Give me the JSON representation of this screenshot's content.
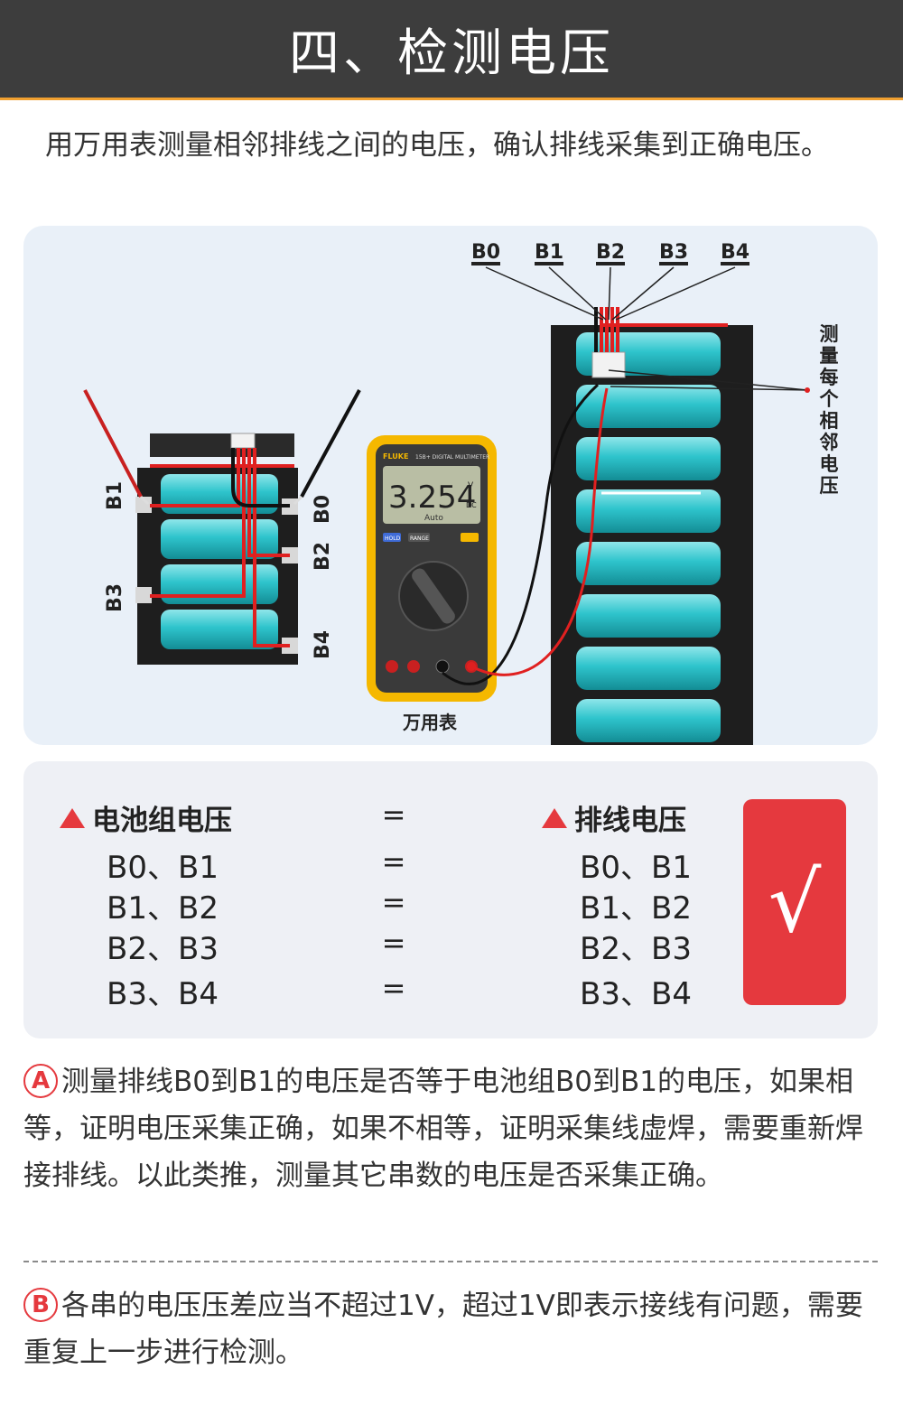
{
  "header": {
    "title": "四、检测电压"
  },
  "intro": {
    "text": "用万用表测量相邻排线之间的电压，确认排线采集到正确电压。"
  },
  "diagram": {
    "top_labels": [
      "B0",
      "B1",
      "B2",
      "B3",
      "B4"
    ],
    "left_pack": {
      "left_labels": [
        "B1",
        "B3"
      ],
      "right_labels": [
        "B0",
        "B2",
        "B4"
      ]
    },
    "right_note": "测量每个相邻电压",
    "meter": {
      "brand": "FLUKE",
      "model": "15B+ DIGITAL MULTIMETER",
      "reading": "3.254",
      "unit_top": "V",
      "unit_bottom": "DC",
      "mode": "Auto",
      "hold_label": "HOLD",
      "range_label": "RANGE",
      "caption": "万用表"
    },
    "colors": {
      "cell": "#2ec4cc",
      "wire_red": "#e02020",
      "frame": "#1e1e1e",
      "meter_case": "#f5b800"
    }
  },
  "compare": {
    "left_head": "电池组电压",
    "right_head": "排线电压",
    "eq": "=",
    "rows": [
      {
        "left": "B0、B1",
        "right": "B0、B1"
      },
      {
        "left": "B1、B2",
        "right": "B1、B2"
      },
      {
        "left": "B2、B3",
        "right": "B2、B3"
      },
      {
        "left": "B3、B4",
        "right": "B3、B4"
      }
    ],
    "check_mark": "√",
    "accent_color": "#e5393e"
  },
  "notes": [
    {
      "marker": "A",
      "text": "测量排线B0到B1的电压是否等于电池组B0到B1的电压，如果相等，证明电压采集正确，如果不相等，证明采集线虚焊，需要重新焊接排线。以此类推，测量其它串数的电压是否采集正确。"
    },
    {
      "marker": "B",
      "text": "各串的电压压差应当不超过1V，超过1V即表示接线有问题，需要重复上一步进行检测。"
    }
  ]
}
